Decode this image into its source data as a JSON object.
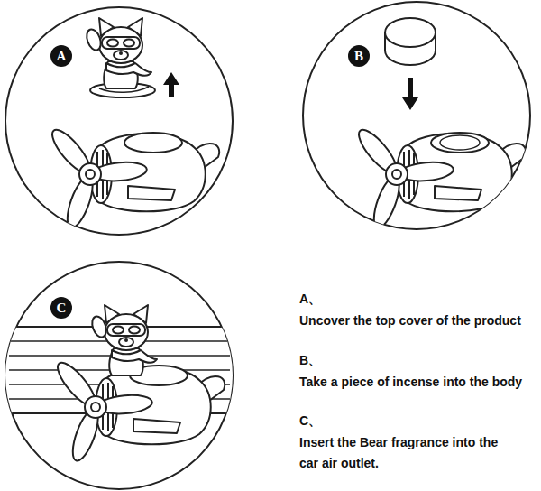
{
  "diagram": {
    "nodes": [
      {
        "text": [
          "A"
        ]
      },
      {
        "text": [
          "B"
        ]
      },
      {
        "text": [
          "C"
        ]
      }
    ],
    "labels": [
      "A、",
      "Uncover the top cover of the product",
      "B、",
      "Take a piece of incense into the body",
      "C、",
      "Insert the Bear fragrance into the car air outlet."
    ]
  }
}
